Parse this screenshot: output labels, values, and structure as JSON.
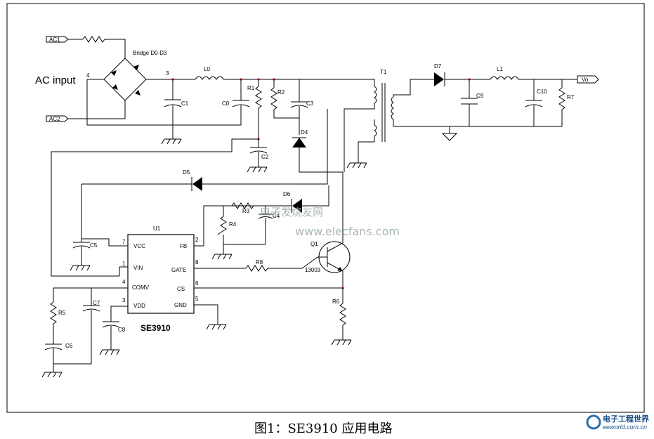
{
  "caption": "图1：SE3910 应用电路",
  "inputs": {
    "ac1": "AC1",
    "ac2": "AC2",
    "ac_input": "AC input",
    "bridge": "Bridge D0-D3",
    "vo": "Vo"
  },
  "parts": {
    "L0": "L0",
    "C1": "C1",
    "C0": "C0",
    "R1": "R1",
    "R2": "R2",
    "C3": "C3",
    "C2": "C2",
    "D4": "D4",
    "T1": "T1",
    "D7": "D7",
    "L1": "L1",
    "C9": "C9",
    "C10": "C10",
    "R7": "R7",
    "D5": "D5",
    "D6": "D6",
    "R3": "R3",
    "C4": "C4",
    "R4": "R4",
    "U1": "U1",
    "C5": "C5",
    "Q1": "Q1",
    "Q1_part": "13003",
    "R8": "R8",
    "R6": "R6",
    "R5": "R5",
    "C7": "C7",
    "C6": "C6",
    "C8": "C8"
  },
  "chip": {
    "name": "SE3910",
    "pins": [
      {
        "num": "7",
        "name": "VCC"
      },
      {
        "num": "1",
        "name": "VIN"
      },
      {
        "num": "4",
        "name": "COMV"
      },
      {
        "num": "3",
        "name": "VDD"
      },
      {
        "num": "2",
        "name": "FB"
      },
      {
        "num": "8",
        "name": "GATE"
      },
      {
        "num": "6",
        "name": "CS"
      },
      {
        "num": "5",
        "name": "GND"
      }
    ]
  },
  "node_numbers": {
    "n4": "4",
    "n3": "3"
  },
  "watermark": {
    "cn": "电子发烧友网",
    "url": "www.elecfans.com"
  },
  "logo": {
    "cn": "电子工程世界",
    "url": "eeworld.com.cn"
  }
}
